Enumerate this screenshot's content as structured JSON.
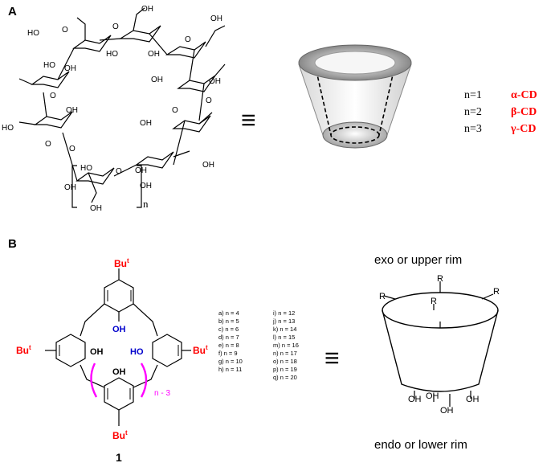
{
  "panel_a": {
    "label": "A",
    "equiv": "≡",
    "repeat_sub": "n",
    "oh": "OH",
    "ho": "HO",
    "o": "O",
    "cd_rows": [
      {
        "n": "n=1",
        "cd": "α-CD"
      },
      {
        "n": "n=2",
        "cd": "β-CD"
      },
      {
        "n": "n=3",
        "cd": "γ-CD"
      }
    ],
    "colors": {
      "cd_label": "#ff0000"
    }
  },
  "panel_b": {
    "label": "B",
    "but": "Bu",
    "but_sup": "t",
    "oh": "OH",
    "ho": "HO",
    "n3": "n - 3",
    "compound_number": "1",
    "equiv": "≡",
    "n_list_left": [
      "a) n = 4",
      "b) n = 5",
      "c) n = 6",
      "d) n = 7",
      "e) n = 8",
      "f) n = 9",
      "g) n = 10",
      "h) n = 11"
    ],
    "n_list_right": [
      "i) n = 12",
      "j) n = 13",
      "k) n = 14",
      "l) n = 15",
      "m) n = 16",
      "n) n = 17",
      "o) n = 18",
      "p) n = 19",
      "q) n = 20"
    ],
    "upper_rim": "exo or upper rim",
    "lower_rim": "endo or lower rim",
    "r": "R",
    "colors": {
      "but": "#ff0000",
      "oh_blue": "#0000cc",
      "bracket": "#ff00ff"
    }
  }
}
